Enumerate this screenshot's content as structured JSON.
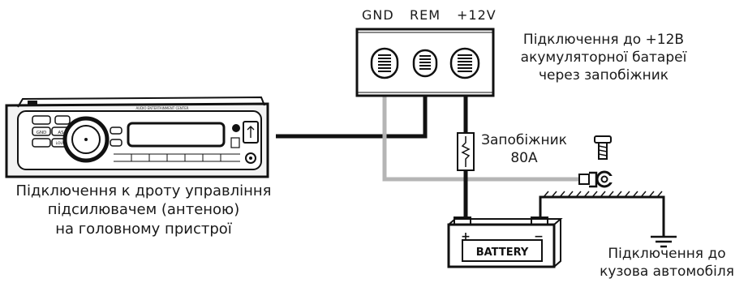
{
  "terminals": [
    "GND",
    "REM",
    "+12V"
  ],
  "battery_label": "BATTERY",
  "battery_plus": "+",
  "battery_minus": "−",
  "head_unit": {
    "brand_text": "AUDIO ENTERTAINMENT CENTER",
    "left_buttons": [
      "GND",
      "AS",
      "LOUD"
    ]
  },
  "labels": {
    "battery_connection": [
      "Підключення до +12В",
      "акумуляторної батареї",
      "через запобіжник"
    ],
    "fuse": [
      "Запобіжник",
      "80А"
    ],
    "remote_wire": [
      "Підключення к дроту управління",
      "підсилювачем (антеною)",
      "на головному пристрої"
    ],
    "chassis": [
      "Підключення до",
      "кузова автомобіля"
    ]
  },
  "colors": {
    "wire_black": "#111111",
    "wire_gray": "#b5b5b5"
  }
}
